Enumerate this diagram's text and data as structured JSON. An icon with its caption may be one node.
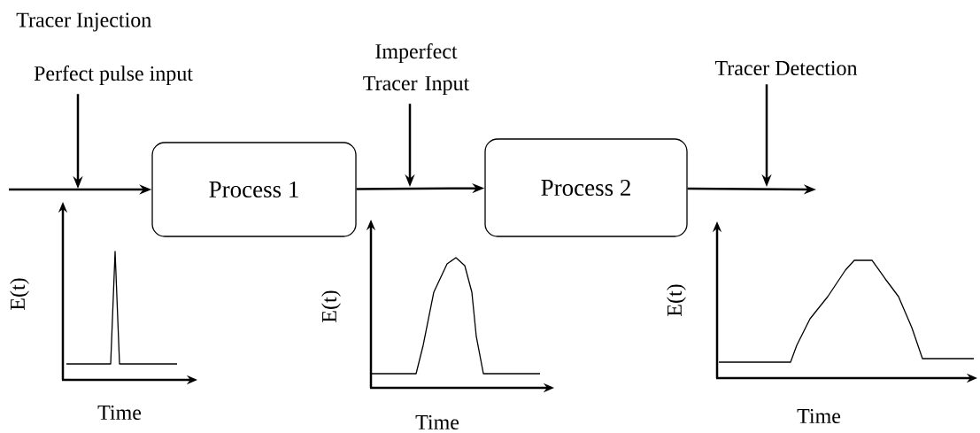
{
  "diagram": {
    "nodes": [
      {
        "text": [
          "Process 1"
        ]
      },
      {
        "text": [
          "Process 2"
        ]
      },
      {
        "text": [
          "Perfect pulse input"
        ]
      },
      {
        "text": [
          "Imperfect Tracer Input"
        ]
      },
      {
        "text": [
          "Tracer Detection"
        ]
      }
    ],
    "edges": [
      {
        "from": null,
        "to": 0,
        "arrow": "to"
      },
      {
        "from": 0,
        "to": 1,
        "arrow": "to"
      },
      {
        "from": 1,
        "to": null,
        "arrow": "to"
      },
      {
        "from": 2,
        "to": null,
        "arrow": "to"
      },
      {
        "from": 3,
        "to": null,
        "arrow": "to"
      },
      {
        "from": 4,
        "to": null,
        "arrow": "to"
      }
    ],
    "labels": [
      "Tracer Injection",
      "E(t)",
      "Time",
      "E(t)",
      "Time",
      "E(t)",
      "Time"
    ]
  }
}
